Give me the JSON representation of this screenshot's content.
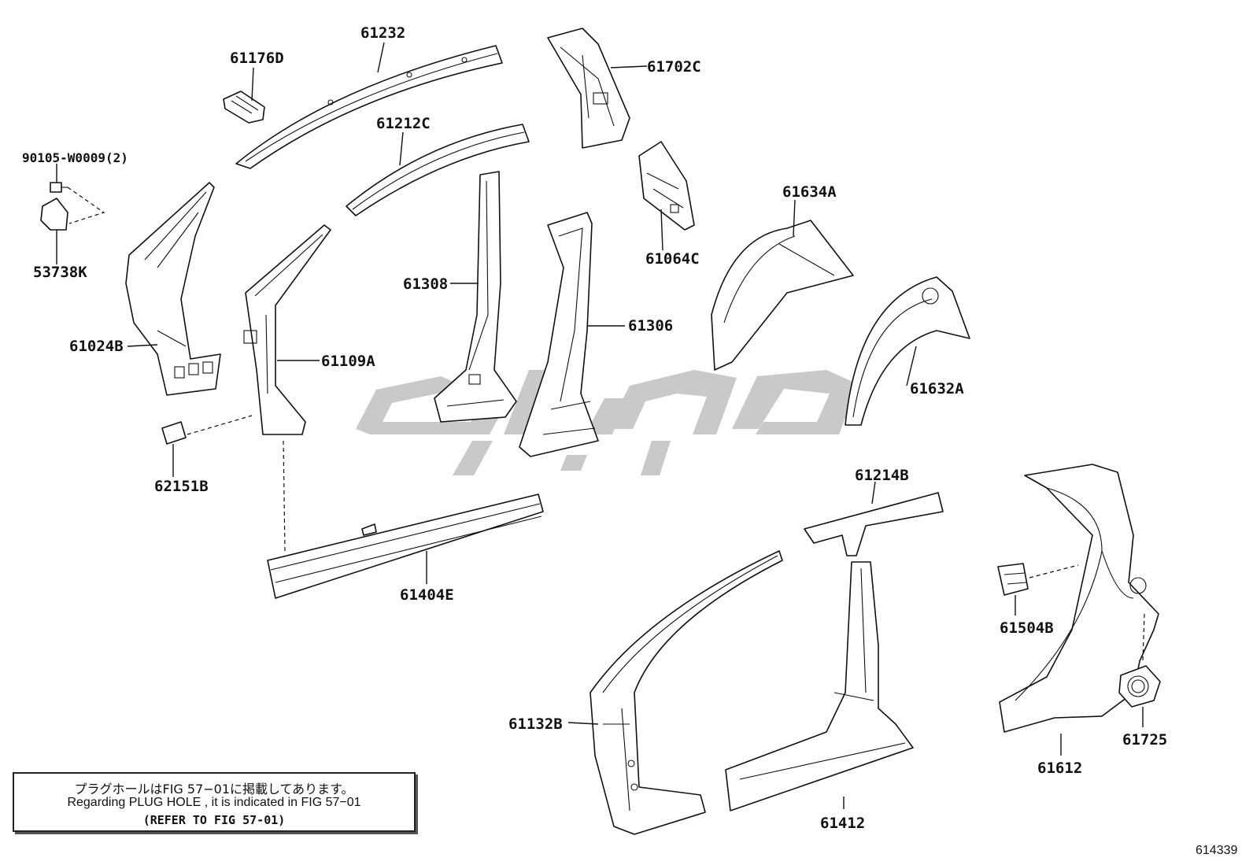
{
  "parts": {
    "p61232": "61232",
    "p61176D": "61176D",
    "p61702C": "61702C",
    "p61212C": "61212C",
    "p90105": "90105-W0009(2)",
    "p53738K": "53738K",
    "p61064C": "61064C",
    "p61634A": "61634A",
    "p61308": "61308",
    "p61306": "61306",
    "p61024B": "61024B",
    "p61109A": "61109A",
    "p61632A": "61632A",
    "p62151B": "62151B",
    "p61214B": "61214B",
    "p61404E": "61404E",
    "p61504B": "61504B",
    "p61132B": "61132B",
    "p61725": "61725",
    "p61612": "61612",
    "p61412": "61412"
  },
  "note": {
    "line1": "プラグホールはFIG 57−01に掲載してあります。",
    "line2": "Regarding  PLUG  HOLE , it is indicated in FIG  57−01",
    "line3": "(REFER TO FIG 57-01)"
  },
  "figure_id": "614339",
  "watermark_color": "#c9c9c9"
}
